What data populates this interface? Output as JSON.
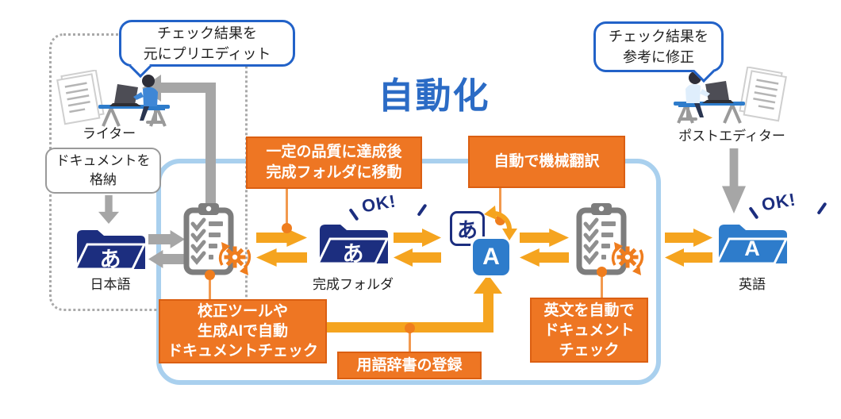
{
  "title": "自動化",
  "colors": {
    "accent_orange": "#ee7623",
    "arrow_amber": "#f5a41f",
    "arrow_gray": "#a6a6a6",
    "navy": "#1c2e7f",
    "blue": "#2e7ccb",
    "zone_border_blue": "#a9d0ee",
    "title_blue": "#2b6bc5",
    "bubble_border_blue": "#2262c8"
  },
  "bubbles": {
    "writer": {
      "lines": [
        "チェック結果を",
        "元にプリエディット"
      ]
    },
    "post_editor": {
      "lines": [
        "チェック結果を",
        "参考に修正"
      ]
    }
  },
  "persons": {
    "writer": "ライター",
    "post_editor": "ポストエディター"
  },
  "store_bubble": {
    "lines": [
      "ドキュメントを",
      "格納"
    ]
  },
  "folders": {
    "japanese": {
      "letter": "あ",
      "label": "日本語"
    },
    "done": {
      "letter": "あ",
      "label": "完成フォルダ",
      "ok": "OK!"
    },
    "english": {
      "letter": "A",
      "label": "英語",
      "ok": "OK!"
    }
  },
  "labels": {
    "quality": {
      "lines": [
        "一定の品質に達成後",
        "完成フォルダに移動"
      ]
    },
    "machine_translation": {
      "text": "自動で機械翻訳"
    },
    "doc_check": {
      "lines": [
        "校正ツールや",
        "生成AIで自動",
        "ドキュメントチェック"
      ]
    },
    "dictionary": {
      "text": "用語辞書の登録"
    },
    "en_check": {
      "lines": [
        "英文を自動で",
        "ドキュメント",
        "チェック"
      ]
    }
  },
  "translate_icon": {
    "source_letter": "あ",
    "target_letter": "A"
  }
}
